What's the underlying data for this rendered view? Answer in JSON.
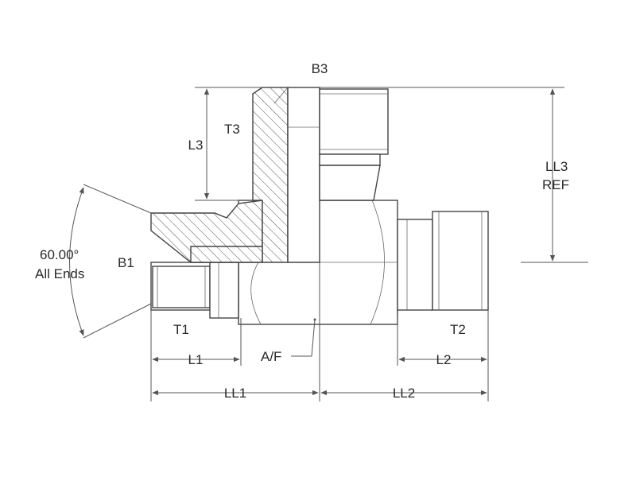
{
  "labels": {
    "b3": "B3",
    "t3": "T3",
    "l3": "L3",
    "ll3_line1": "LL3",
    "ll3_line2": "REF",
    "angle_line1": "60.00°",
    "angle_line2": "All Ends",
    "b1": "B1",
    "t1": "T1",
    "t2": "T2",
    "af": "A/F",
    "l1": "L1",
    "l2": "L2",
    "ll1": "LL1",
    "ll2": "LL2"
  },
  "colors": {
    "outline": "#444444",
    "text": "#2a2a2a"
  }
}
